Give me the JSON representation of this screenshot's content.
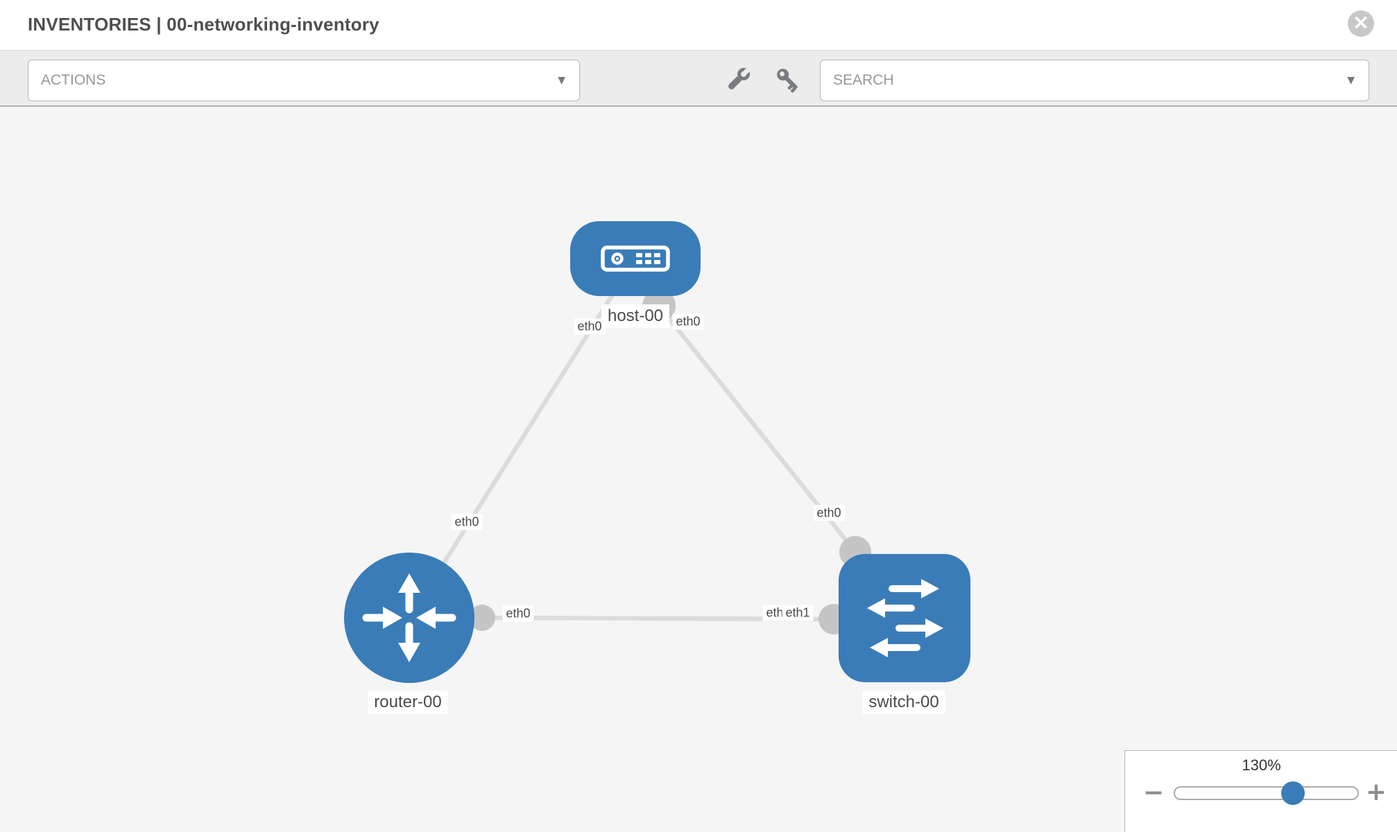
{
  "header": {
    "title": "INVENTORIES | 00-networking-inventory"
  },
  "toolbar": {
    "actions_placeholder": "ACTIONS",
    "search_placeholder": "SEARCH"
  },
  "icons": {
    "close": "×",
    "caret_down": "▼",
    "zoom_out": "−",
    "zoom_in": "+",
    "wrench": "wrench-icon",
    "key": "key-icon"
  },
  "topology": {
    "nodes": [
      {
        "id": "host-00",
        "type": "host",
        "label": "host-00"
      },
      {
        "id": "router-00",
        "type": "router",
        "label": "router-00"
      },
      {
        "id": "switch-00",
        "type": "switch",
        "label": "switch-00"
      }
    ],
    "links": [
      {
        "from": "host-00",
        "to": "router-00",
        "from_interface": "eth0",
        "to_interface": "eth0"
      },
      {
        "from": "host-00",
        "to": "switch-00",
        "from_interface": "eth0",
        "to_interface": "eth0"
      },
      {
        "from": "router-00",
        "to": "switch-00",
        "from_interface": "eth0",
        "to_interface": "eth1"
      }
    ],
    "interface_labels": {
      "host_router_host_end": "eth0",
      "host_router_router_end": "eth0",
      "host_switch_host_end": "eth0",
      "host_switch_switch_end": "eth0",
      "router_switch_router_end": "eth0",
      "router_switch_switch_end_overlapped": "eth0",
      "router_switch_switch_end": "eth1"
    }
  },
  "zoom_control": {
    "level": "130%"
  },
  "colors": {
    "node_fill": "#3a7cb8",
    "link": "#dcdcdc",
    "interface_dot": "#c5c5c5",
    "canvas_bg": "#f5f5f5",
    "toolbar_bg": "#ececec",
    "label_text": "#4a4a4a"
  }
}
